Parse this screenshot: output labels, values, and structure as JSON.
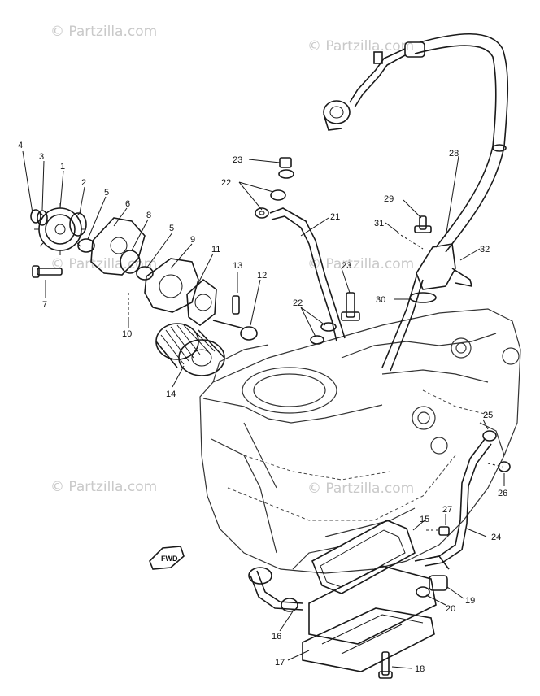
{
  "watermark": {
    "text": "© Partzilla.com"
  },
  "orientation_label": "FWD",
  "callouts": [
    {
      "id": "1",
      "text": "1"
    },
    {
      "id": "2",
      "text": "2"
    },
    {
      "id": "3",
      "text": "3"
    },
    {
      "id": "4",
      "text": "4"
    },
    {
      "id": "5a",
      "text": "5"
    },
    {
      "id": "5b",
      "text": "5"
    },
    {
      "id": "6",
      "text": "6"
    },
    {
      "id": "7",
      "text": "7"
    },
    {
      "id": "8",
      "text": "8"
    },
    {
      "id": "9",
      "text": "9"
    },
    {
      "id": "10",
      "text": "10"
    },
    {
      "id": "11",
      "text": "11"
    },
    {
      "id": "12",
      "text": "12"
    },
    {
      "id": "13",
      "text": "13"
    },
    {
      "id": "14",
      "text": "14"
    },
    {
      "id": "15",
      "text": "15"
    },
    {
      "id": "16",
      "text": "16"
    },
    {
      "id": "17",
      "text": "17"
    },
    {
      "id": "18",
      "text": "18"
    },
    {
      "id": "19",
      "text": "19"
    },
    {
      "id": "20",
      "text": "20"
    },
    {
      "id": "21",
      "text": "21"
    },
    {
      "id": "22a",
      "text": "22"
    },
    {
      "id": "22b",
      "text": "22"
    },
    {
      "id": "23a",
      "text": "23"
    },
    {
      "id": "23b",
      "text": "23"
    },
    {
      "id": "24",
      "text": "24"
    },
    {
      "id": "25",
      "text": "25"
    },
    {
      "id": "26",
      "text": "26"
    },
    {
      "id": "27",
      "text": "27"
    },
    {
      "id": "28",
      "text": "28"
    },
    {
      "id": "29",
      "text": "29"
    },
    {
      "id": "30",
      "text": "30"
    },
    {
      "id": "31",
      "text": "31"
    },
    {
      "id": "32",
      "text": "32"
    }
  ]
}
